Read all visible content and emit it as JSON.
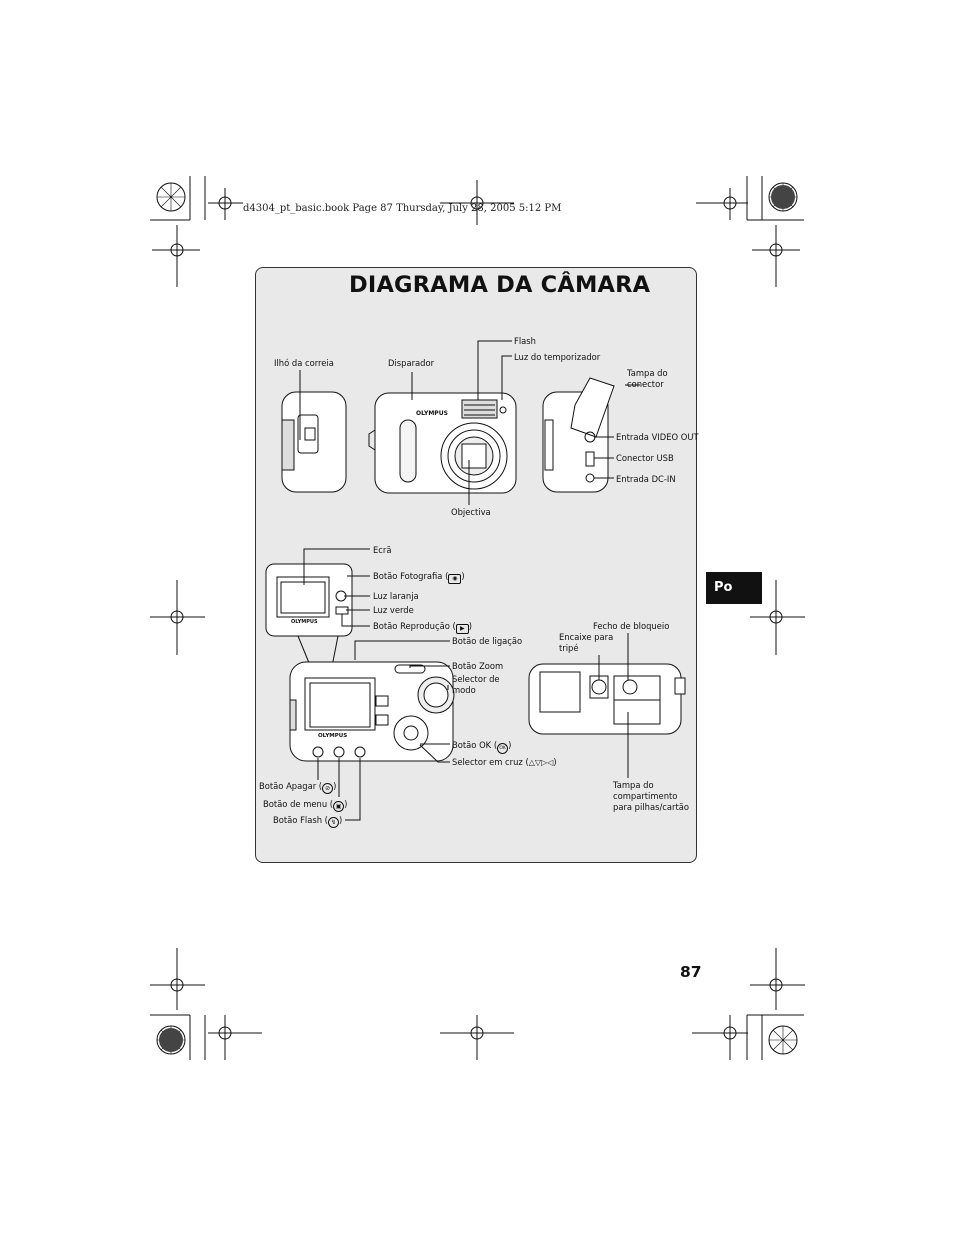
{
  "header": {
    "file_line": "d4304_pt_basic.book  Page 87  Thursday, July 28, 2005  5:12 PM"
  },
  "title": "DIAGRAMA DA CÂMARA",
  "language_tab": "Po",
  "page_number": "87",
  "brand": "OLYMPUS",
  "labels": {
    "flash": "Flash",
    "self_timer_light": "Luz do temporizador",
    "strap_eyelet": "Ilhó da correia",
    "shutter": "Disparador",
    "connector_cover_1": "Tampa do",
    "connector_cover_2": "conector",
    "video_out": "Entrada VIDEO OUT",
    "usb": "Conector USB",
    "dc_in": "Entrada DC-IN",
    "lens": "Objectiva",
    "monitor": "Ecrã",
    "shooting_button": "Botão Fotografia (",
    "orange_lamp": "Luz laranja",
    "green_lamp": "Luz verde",
    "playback_button": "Botão Reprodução (",
    "power_switch": "Botão de ligação",
    "lock_latch": "Fecho de bloqueio",
    "tripod_1": "Encaixe para",
    "tripod_2": "tripé",
    "zoom": "Botão Zoom",
    "mode_dial_1": "Selector de",
    "mode_dial_2": "modo",
    "ok_button": "Botão OK (",
    "arrow_pad": "Selector em cruz (",
    "erase_button": "Botão Apagar (",
    "menu_button": "Botão de menu (",
    "flash_button": "Botão Flash (",
    "battery_cover_1": "Tampa do",
    "battery_cover_2": "compartimento",
    "battery_cover_3": "para pilhas/cartão",
    "close_paren": ")"
  },
  "icons": [
    "camera-icon",
    "playback-icon",
    "ok-icon",
    "arrows-icon",
    "erase-icon",
    "menu-icon",
    "flash-icon"
  ]
}
